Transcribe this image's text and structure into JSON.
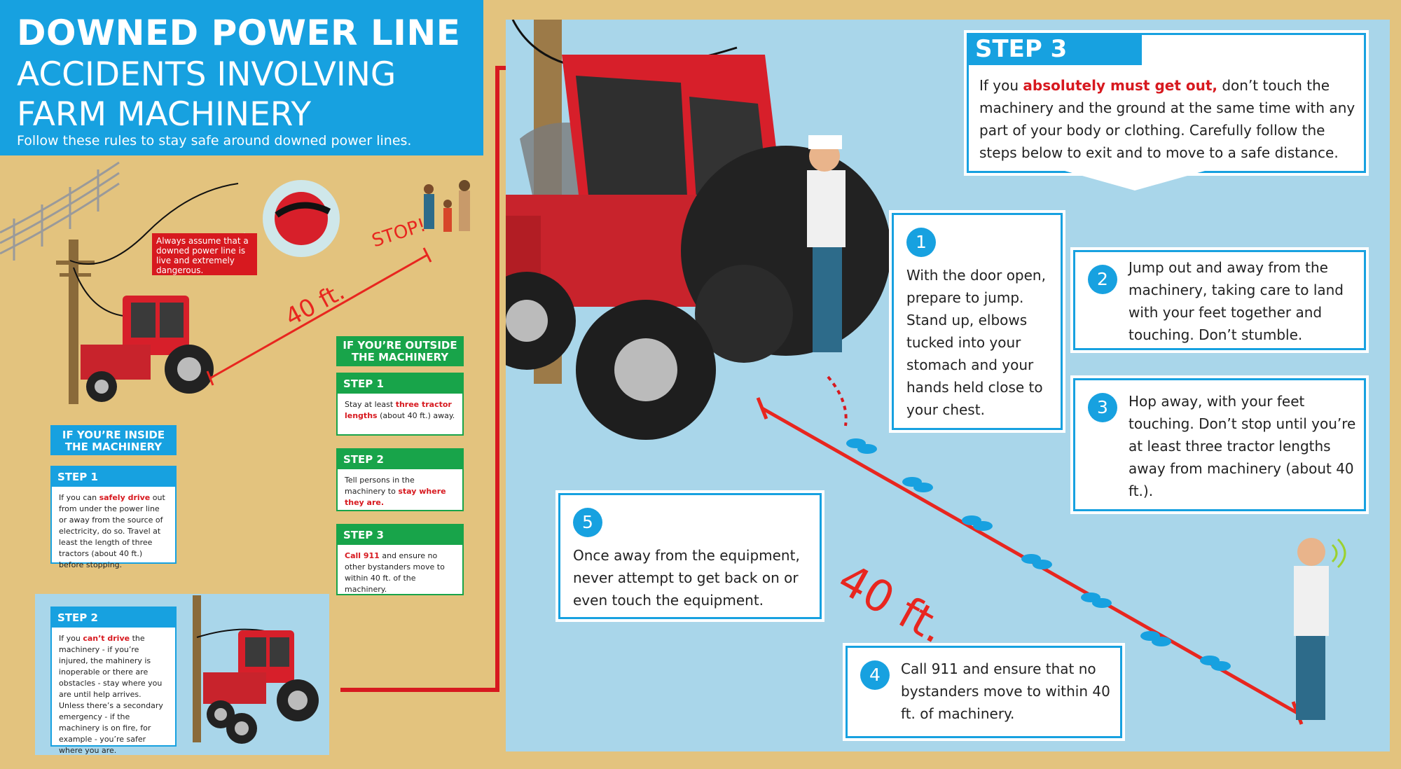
{
  "header": {
    "title_line1": "DOWNED POWER LINE",
    "title_line2": "ACCIDENTS INVOLVING",
    "title_line3": "FARM MACHINERY",
    "subtitle": "Follow these rules to stay safe around downed power lines."
  },
  "left_scene": {
    "warning_bubble": "Always assume that a downed power line is live and extremely dangerous.",
    "stop_label": "STOP!",
    "distance_label": "40 ft."
  },
  "inside": {
    "heading": "IF YOU’RE INSIDE THE MACHINERY",
    "step1": {
      "title": "STEP 1",
      "pre": "If you can ",
      "highlight": "safely drive",
      "post": " out from under the power line or away from the source of electricity, do so. Travel at least the length of three tractors (about 40 ft.) before stopping."
    },
    "step2": {
      "title": "STEP 2",
      "pre": "If you ",
      "highlight": "can’t drive",
      "post": " the machinery - if you’re injured, the mahinery is inoperable or there are obstacles - stay where you are until help arrives. Unless there’s a secondary emergency - if the machinery is on fire, for example - you’re safer where you are."
    }
  },
  "outside": {
    "heading": "IF YOU’RE OUTSIDE THE MACHINERY",
    "step1": {
      "title": "STEP 1",
      "pre": "Stay at least ",
      "highlight": "three tractor lengths",
      "post": " (about 40 ft.) away."
    },
    "step2": {
      "title": "STEP 2",
      "pre": "Tell persons in the machinery to ",
      "highlight": "stay where they are.",
      "post": ""
    },
    "step3": {
      "title": "STEP 3",
      "pre": "",
      "highlight": "Call 911",
      "post": " and ensure no other bystanders move to within 40 ft. of the machinery."
    }
  },
  "step3_panel": {
    "title": "STEP 3",
    "pre": "If you ",
    "highlight": "absolutely must get out,",
    "post": " don’t touch the machinery and the ground at the same time with any part of your body or clothing. Carefully follow the steps below to exit and to move to a safe distance."
  },
  "substeps": [
    {
      "num": "1",
      "text": "With the door open, prepare to jump. Stand up, elbows tucked into your stomach and your hands held close to your chest."
    },
    {
      "num": "2",
      "text": "Jump out and away from the machinery, taking care to land with your feet together and touching. Don’t  stumble."
    },
    {
      "num": "3",
      "text": "Hop away, with your feet touching. Don’t stop until you’re at least three tractor lengths away from machinery (about 40 ft.)."
    },
    {
      "num": "4",
      "text": "Call 911 and ensure that no bystanders move to within 40 ft. of machinery."
    },
    {
      "num": "5",
      "text": "Once away from the equipment, never attempt to get back on or even touch the equipment."
    }
  ],
  "scene_distance_label": "40 ft.",
  "colors": {
    "blue": "#17a1e0",
    "red": "#d7191f",
    "green": "#18a44a",
    "sand": "#e3c37e",
    "sky": "#a9d6ea"
  }
}
